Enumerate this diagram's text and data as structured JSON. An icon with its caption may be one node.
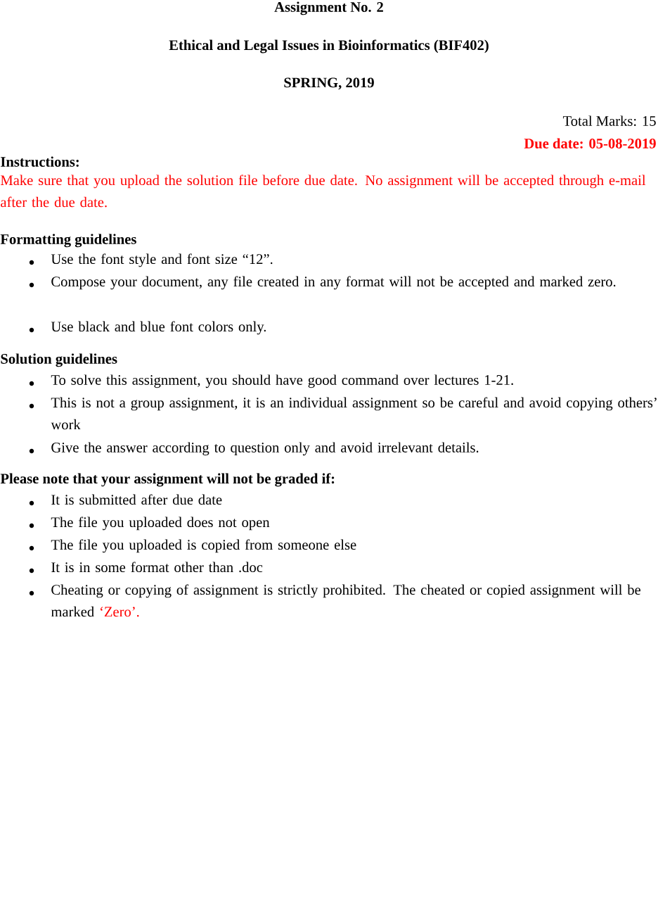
{
  "diagram": {
    "title": "Assignment No. 2",
    "labels": [
      "Ethical and Legal Issues in Bioinformatics (BIF402)",
      "SPRING, 2019",
      "Total Marks: 15",
      "Due date: 05-08-2019",
      "Instructions:",
      "Make sure that you upload the solution file before due date. No assignment will be accepted through e-mail after the due date.",
      "Formatting guidelines",
      "Use the font style and font size “12”.",
      "Compose your document, any file created in any format will not be accepted and marked zero.",
      "Use black and blue font colors only.",
      "Solution guidelines",
      "To solve this assignment, you should have good command over lectures 1-21.",
      "This is not a group assignment, it is an individual assignment so be careful and avoid copying others’ work",
      "Give the answer according to question only and avoid irrelevant details.",
      "Please note that your assignment will not be graded if:",
      "It is submitted after due date",
      "The file you uploaded does not open",
      "The file you uploaded is copied from someone else",
      "It is in some format other than .doc",
      "Cheating or copying of assignment is strictly prohibited. The cheated or copied assignment will be marked",
      "‘Zero’."
    ]
  }
}
